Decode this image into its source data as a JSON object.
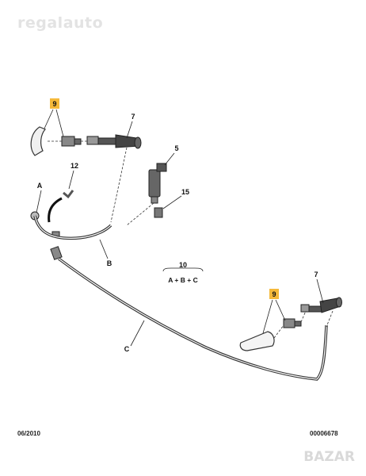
{
  "watermark": "regalauto",
  "brand": "BAZAR",
  "footer": {
    "date": "06/2010",
    "ref": "00006678"
  },
  "callouts": {
    "c9_top": "9",
    "c7_top": "7",
    "c5": "5",
    "c12": "12",
    "cA": "A",
    "c15": "15",
    "cB": "B",
    "c10": "10",
    "kit": "A + B + C",
    "c9_bottom": "9",
    "c7_bottom": "7",
    "cC": "C"
  },
  "colors": {
    "highlight": "#f5b93a",
    "line": "#222222",
    "part": "#555555"
  }
}
